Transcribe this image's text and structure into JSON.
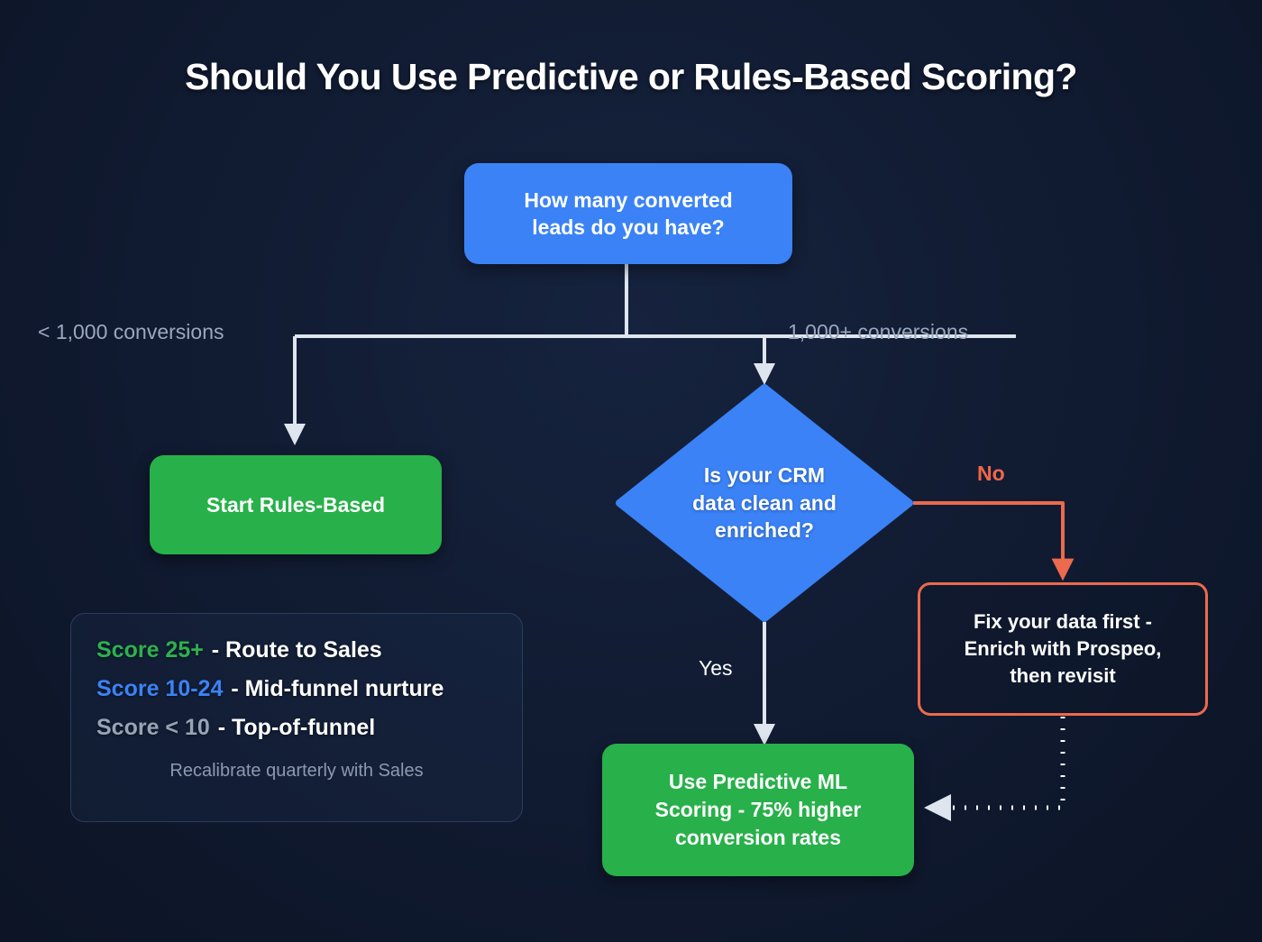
{
  "page": {
    "title": "Should You Use Predictive or Rules-Based Scoring?",
    "background_color": "#0e1728"
  },
  "palette": {
    "blue": "#3b82f6",
    "green": "#28b04a",
    "orange": "#ec6a4d",
    "muted_text": "#9aa7bd",
    "white": "#ffffff"
  },
  "nodes": {
    "start": {
      "label": "How many converted leads do you have?",
      "line1": "How many converted",
      "line2": "leads do you have?",
      "shape": "rounded-rect",
      "color": "#3b82f6"
    },
    "rules_based": {
      "label": "Start Rules-Based",
      "shape": "rounded-rect",
      "color": "#28b04a"
    },
    "crm_check": {
      "label": "Is your CRM data clean and enriched?",
      "line1": "Is your CRM",
      "line2": "data clean and",
      "line3": "enriched?",
      "shape": "diamond",
      "color": "#3b82f6"
    },
    "fix_data": {
      "label": "Fix your data first - Enrich with Prospeo, then revisit",
      "line1": "Fix your data first -",
      "line2": "Enrich with Prospeo,",
      "line3": "then revisit",
      "shape": "rounded-rect-outline",
      "color": "#ec6a4d"
    },
    "predictive_ml": {
      "label": "Use Predictive ML Scoring - 75% higher conversion rates",
      "line1": "Use Predictive ML",
      "line2": "Scoring - 75% higher",
      "line3": "conversion rates",
      "shape": "rounded-rect",
      "color": "#28b04a"
    }
  },
  "edges": {
    "low_volume": "< 1,000 conversions",
    "high_volume": "1,000+ conversions",
    "no": "No",
    "yes": "Yes"
  },
  "legend": {
    "rows": [
      {
        "key": "Score 25+",
        "key_color": "#2db14e",
        "text": " - Route to Sales"
      },
      {
        "key": "Score 10-24",
        "key_color": "#3b82f6",
        "text": " - Mid-funnel nurture"
      },
      {
        "key": "Score < 10",
        "key_color": "#97a3b6",
        "text": " - Top-of-funnel"
      }
    ],
    "note": "Recalibrate quarterly with Sales"
  }
}
